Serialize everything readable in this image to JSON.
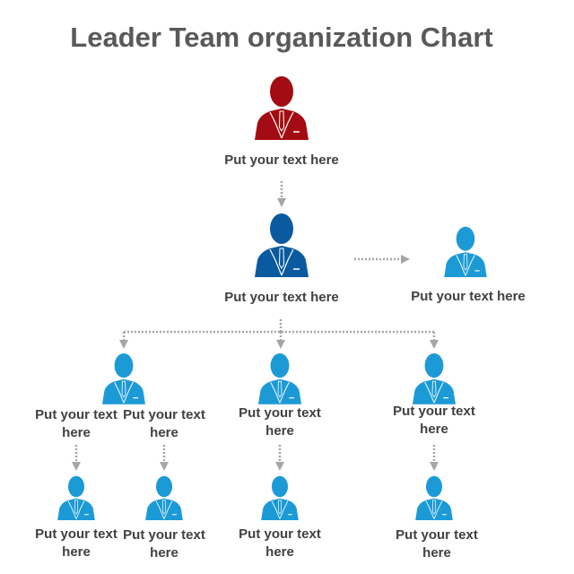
{
  "title": "Leader Team organization Chart",
  "colors": {
    "leader": "#a30c12",
    "manager": "#0a5aa0",
    "member": "#1c9ad6",
    "connector": "#a6a6a6",
    "title": "#595959"
  },
  "nodes": {
    "leader": "Put your text here",
    "manager": "Put your text here",
    "assistant": "Put your text here",
    "team_a": "Put your text here",
    "team_b": "Put your text here",
    "team_c": "Put your text here",
    "team_d": "Put your text here",
    "sub_a": "Put your text here",
    "sub_b": "Put your text here",
    "sub_c": "Put your text here",
    "sub_d": "Put your text here"
  }
}
